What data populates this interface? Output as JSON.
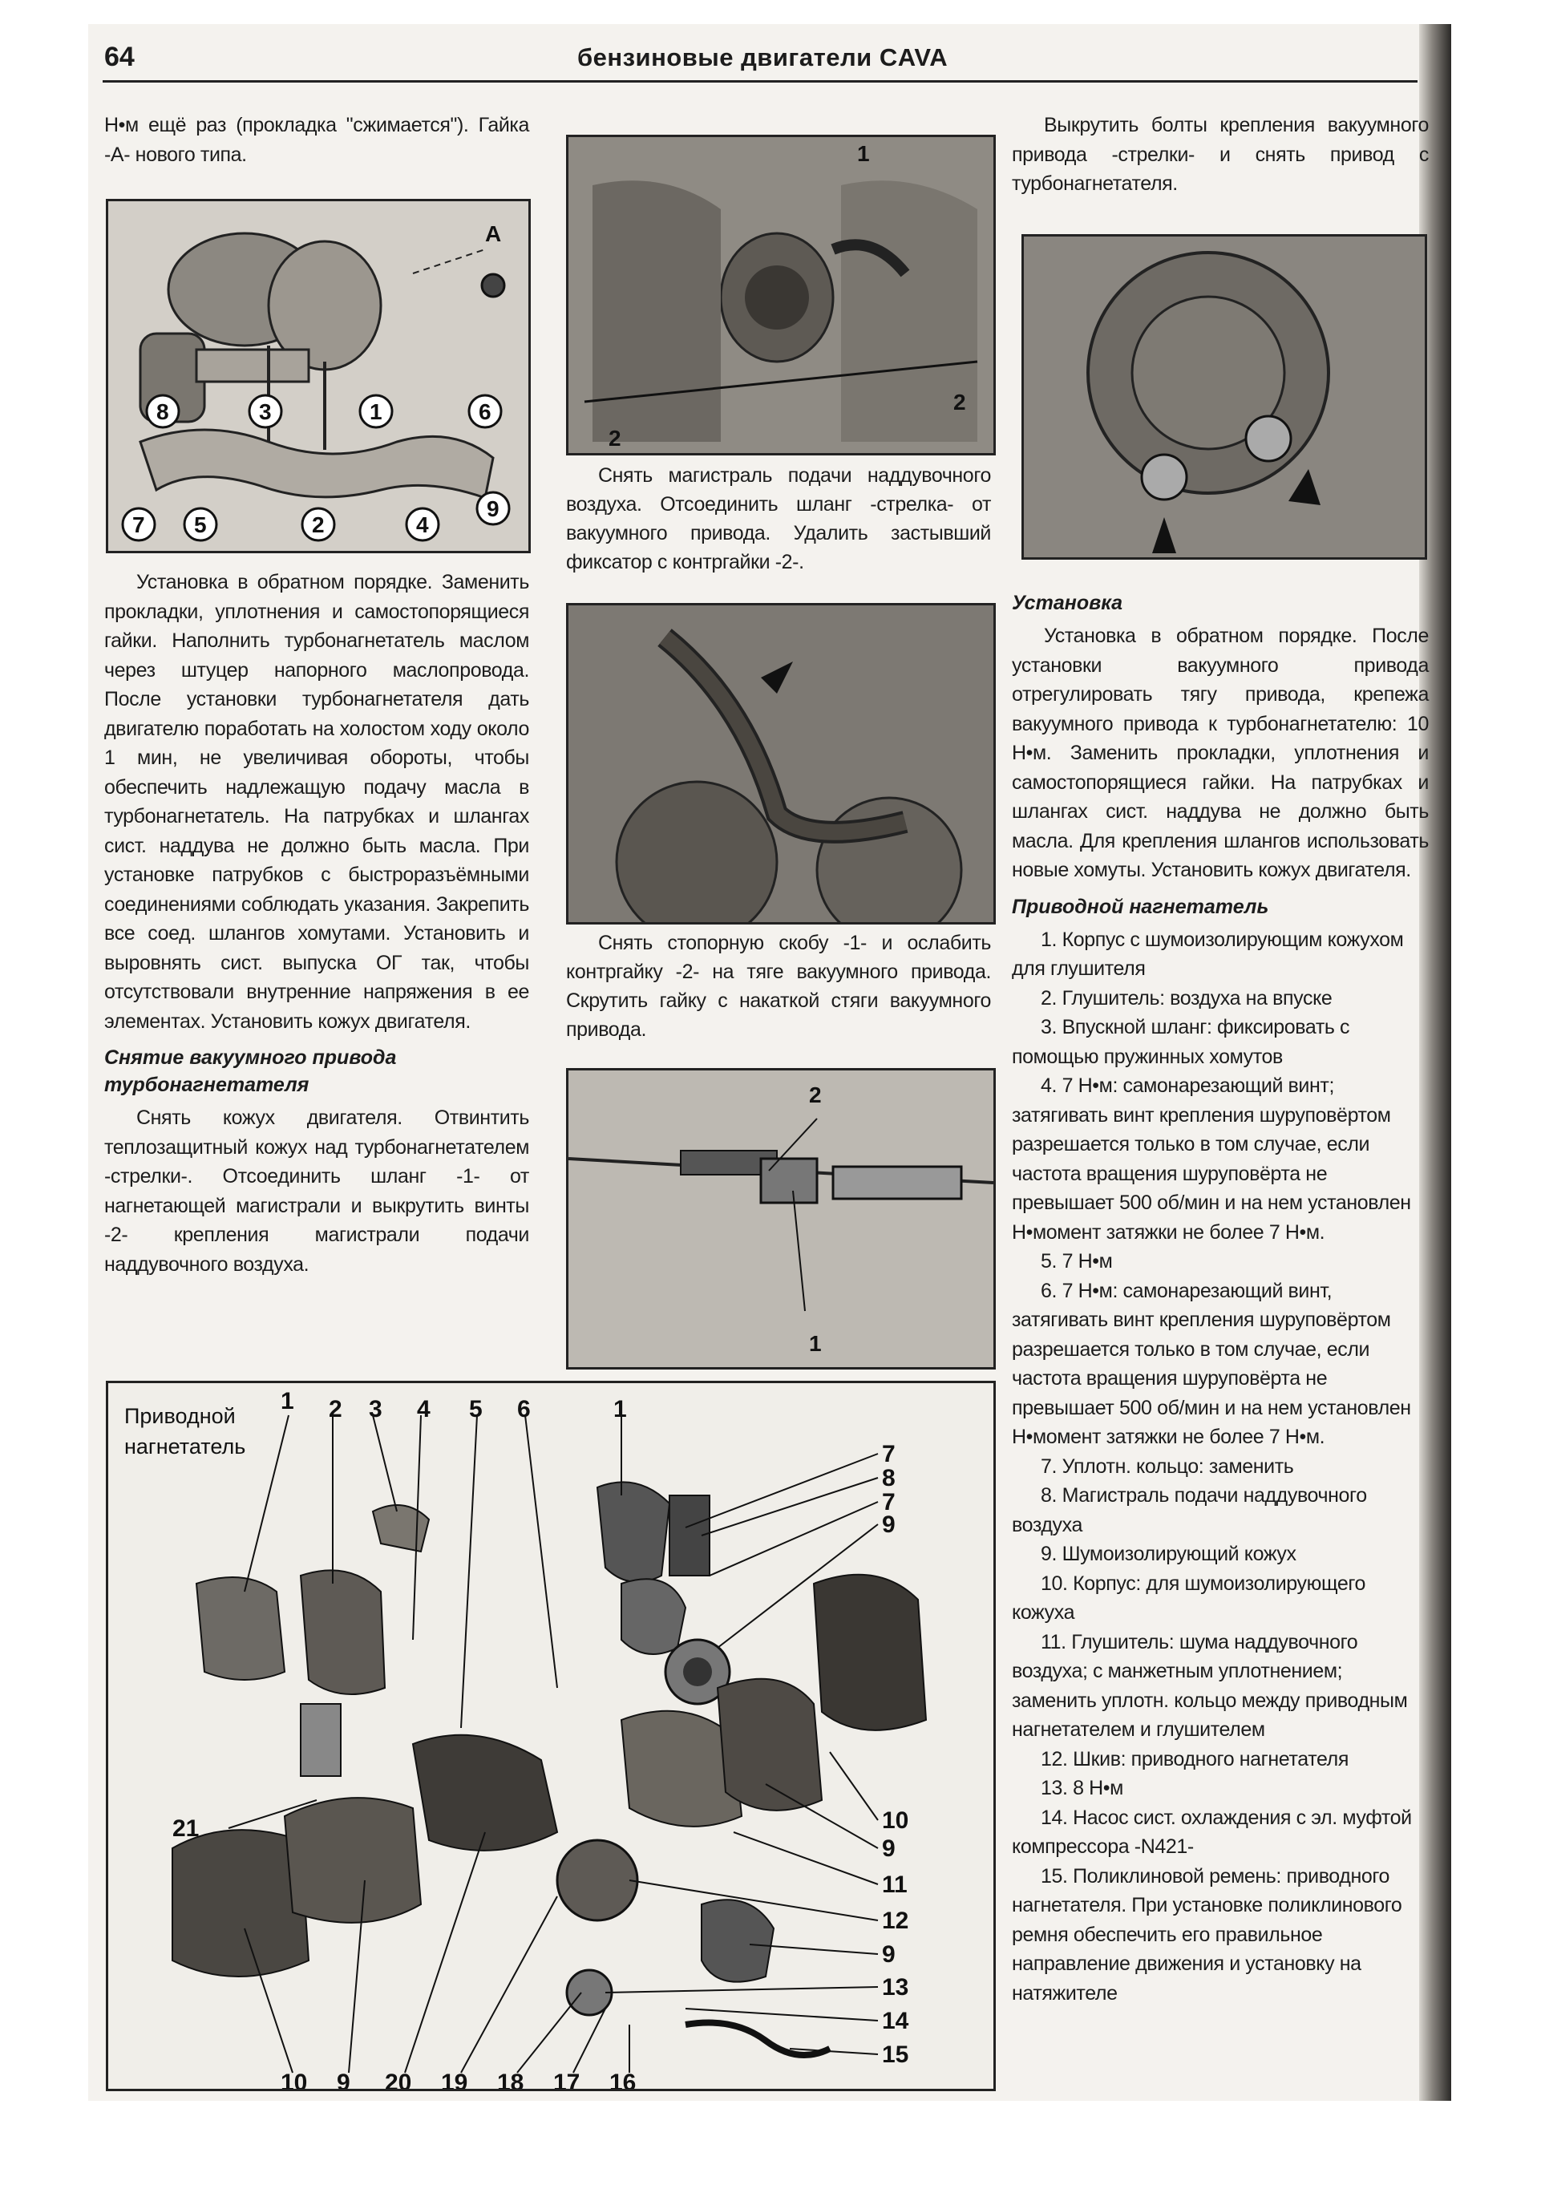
{
  "header": {
    "page_number": "64",
    "title": "бензиновые двигатели CAVA"
  },
  "col1": {
    "p_top": "Н•м ещё раз (прокладка \"сжимается\"). Гайка -А- нового типа.",
    "fig1": {
      "label_a": "A",
      "callouts_row1": [
        "8",
        "3",
        "1",
        "6"
      ],
      "callouts_row2": [
        "7",
        "5",
        "2",
        "4",
        "9"
      ]
    },
    "p_install": "Установка в обратном порядке. Заменить прокладки, уплотнения и самостопорящиеся гайки. Наполнить турбонагнетатель маслом через штуцер напорного маслопровода. После установки турбонагнетателя дать двигателю поработать на холостом ходу около 1 мин, не увеличивая обороты, чтобы обеспечить надлежащую подачу масла в турбонагнетатель. На патрубках и шлангах сист. наддува не должно быть масла. При установке патрубков с быстроразъёмными соединениями соблюдать указания. Закрепить все соед. шлангов хомутами. Установить и выровнять сист. выпуска ОГ так, чтобы отсутствовали внутренние напряжения в ее элементах. Установить кожух двигателя.",
    "heading_removal": "Снятие вакуумного привода турбонагнетателя",
    "p_removal": "Снять кожух двигателя. Отвинтить теплозащитный кожух над турбонагнетателем -стрелки-. Отсоединить шланг -1- от нагнетающей магистрали и выкрутить винты -2- крепления магистрали подачи наддувочного воздуха."
  },
  "col2": {
    "fig2": {
      "callouts": [
        "1",
        "2",
        "2"
      ]
    },
    "caption2": "Снять магистраль подачи наддувочного воздуха. Отсоединить шланг -стрелка- от вакуумного привода. Удалить застывший фиксатор с контргайки -2-.",
    "caption3": "Снять стопорную скобу -1- и ослабить контргайку -2- на тяге вакуумного привода. Скрутить гайку с накаткой стяги вакуумного привода.",
    "fig4": {
      "callouts": [
        "2",
        "1"
      ]
    }
  },
  "col3": {
    "p_top": "Выкрутить болты крепления вакуумного привода -стрелки- и снять привод с турбонагнетателя.",
    "heading_install": "Установка",
    "p_install": "Установка в обратном порядке. После установки вакуумного привода отрегулировать тягу привода, крепежа вакуумного привода к турбонагнетателю: 10 Н•м. Заменить прокладки, уплотнения и самостопорящиеся гайки. На патрубках и шлангах сист. наддува не должно быть масла. Для крепления шлангов использовать новые хомуты. Установить кожух двигателя.",
    "heading_drive": "Приводной нагнетатель",
    "items": [
      "1. Корпус с шумоизолирующим кожухом для глушителя",
      "2. Глушитель: воздуха на впуске",
      "3. Впускной шланг: фиксировать с помощью пружинных хомутов",
      "4. 7 Н•м: самонарезающий винт; затягивать винт крепления шуруповёртом разрешается только в том случае, если частота вращения шуруповёрта не превышает 500 об/мин и на нем установлен Н•момент затяжки не более 7 Н•м.",
      "5. 7 Н•м",
      "6. 7 Н•м: самонарезающий винт, затягивать винт крепления шуруповёртом разрешается только в том случае, если частота вращения шуруповёрта не превышает 500 об/мин и на нем установлен Н•момент затяжки не более 7 Н•м.",
      "7. Уплотн. кольцо: заменить",
      "8. Магистраль подачи наддувочного воздуха",
      "9. Шумоизолирующий кожух",
      "10. Корпус: для шумоизолирующего кожуха",
      "11. Глушитель: шума наддувочного воздуха; с манжетным уплотнением; заменить уплотн. кольцо между приводным нагнетателем и глушителем",
      "12. Шкив: приводного нагнетателя",
      "13. 8 Н•м",
      "14. Насос сист. охлаждения с эл. муфтой компрессора -N421-",
      "15. Поликлиновой ремень: приводного нагнетателя. При установке поликлинового ремня обеспечить его правильное направление движения и установку на натяжителе"
    ]
  },
  "diagram": {
    "title_line1": "Приводной",
    "title_line2": "нагнетатель",
    "top_numbers": [
      "1",
      "2",
      "3",
      "4",
      "5",
      "6",
      "1"
    ],
    "right_numbers": [
      "7",
      "8",
      "7",
      "9",
      "10",
      "9",
      "11",
      "12",
      "9",
      "13",
      "14",
      "15"
    ],
    "left_number": "21",
    "bottom_numbers": [
      "10",
      "9",
      "20",
      "19",
      "18",
      "17",
      "16"
    ]
  }
}
